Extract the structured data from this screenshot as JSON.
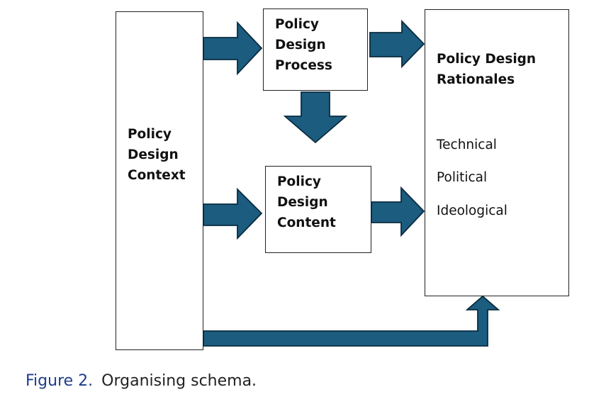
{
  "colors": {
    "arrow_fill": "#1b5c7f",
    "arrow_stroke": "#0a2c40",
    "caption_label": "#1f3c8c"
  },
  "boxes": {
    "context": {
      "lines": [
        "Policy",
        "Design",
        "Context"
      ]
    },
    "process": {
      "lines": [
        "Policy",
        "Design",
        "Process"
      ]
    },
    "content": {
      "lines": [
        "Policy",
        "Design",
        "Content"
      ]
    },
    "rationales": {
      "lines": [
        "Policy Design",
        "Rationales"
      ],
      "items": [
        "Technical",
        "Political",
        "Ideological"
      ]
    }
  },
  "caption": {
    "label": "Figure 2.",
    "text": "Organising schema."
  }
}
